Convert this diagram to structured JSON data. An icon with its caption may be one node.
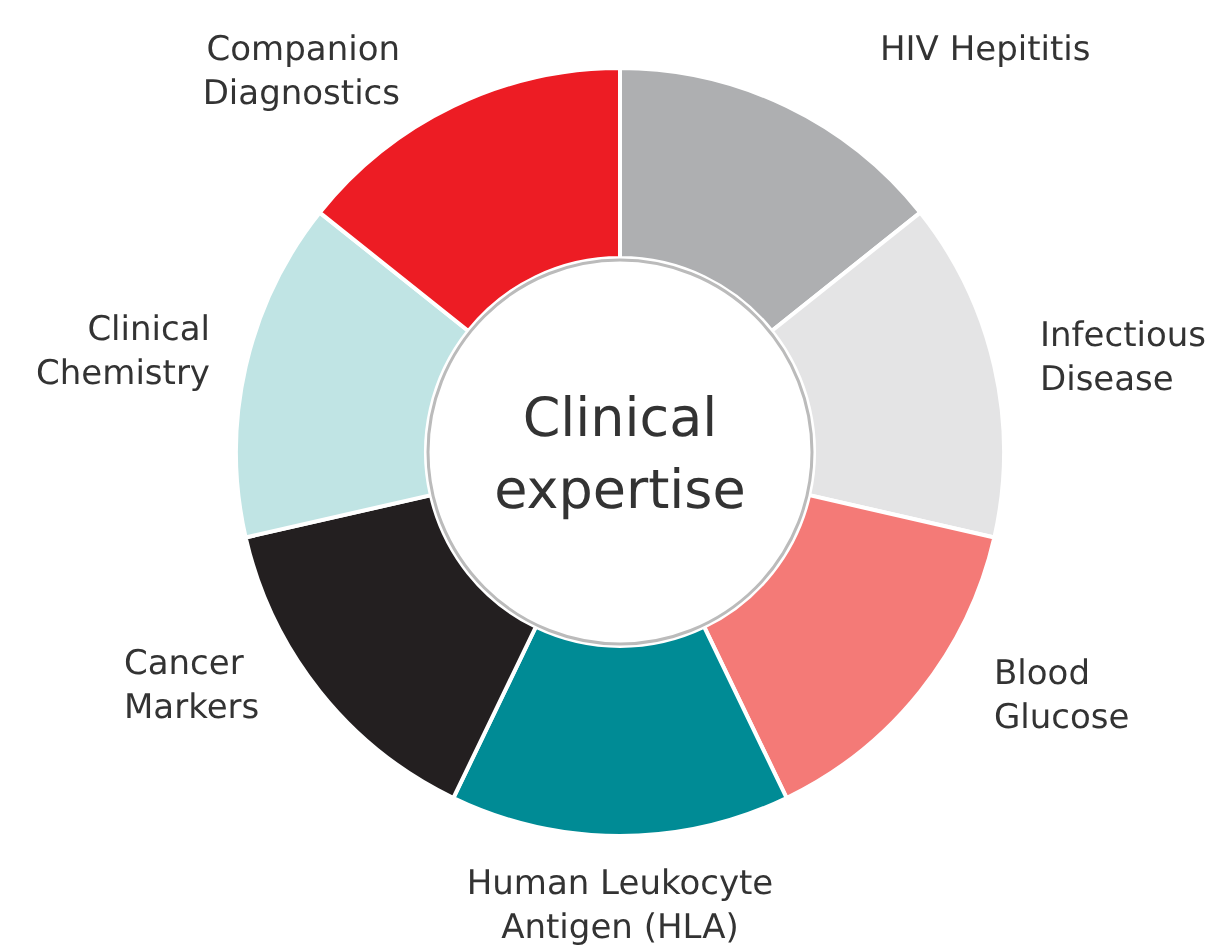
{
  "diagram": {
    "nodes": [
      {
        "text": [
          "Clinical expertise"
        ]
      },
      {
        "text": [
          "HIV Hepititis"
        ]
      },
      {
        "text": [
          "Infectious Disease"
        ]
      },
      {
        "text": [
          "Blood Glucose"
        ]
      },
      {
        "text": [
          "Human Leukocyte Antigen (HLA)"
        ]
      },
      {
        "text": [
          "Cancer Markers"
        ]
      },
      {
        "text": [
          "Clinical Chemistry"
        ]
      },
      {
        "text": [
          "Companion Diagnostics"
        ]
      }
    ],
    "edges": []
  }
}
